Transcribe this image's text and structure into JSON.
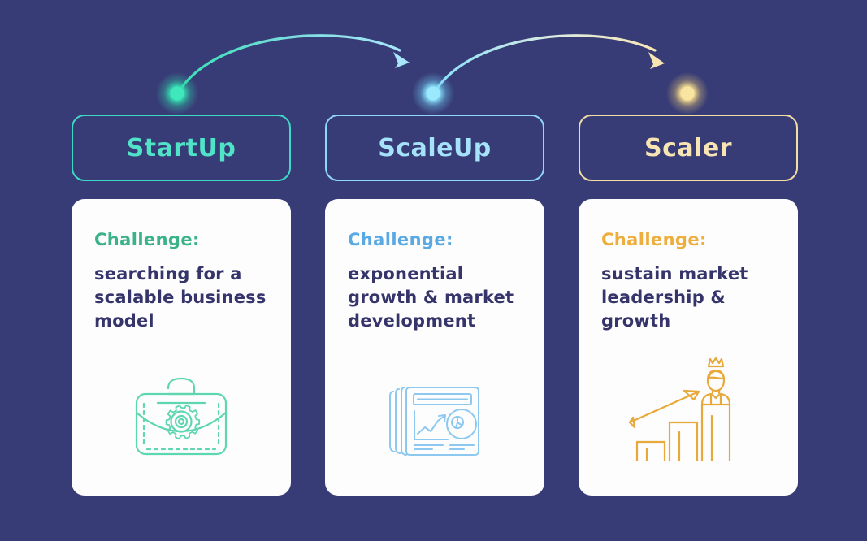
{
  "background_color": "#383C76",
  "stages": [
    {
      "id": "startup",
      "pill_label": "StartUp",
      "pill_border_color": "#3ED9C4",
      "pill_text_color": "#4FE3C8",
      "node_color": "#37E0B4",
      "challenge_label": "Challenge:",
      "challenge_label_color": "#3BB288",
      "challenge_text": "searching for a scalable business model",
      "icon_name": "briefcase-gear-icon",
      "icon_color": "#5ED6B0"
    },
    {
      "id": "scaleup",
      "pill_label": "ScaleUp",
      "pill_border_color": "#8FD7F7",
      "pill_text_color": "#A4E3FA",
      "node_color": "#8BE2FB",
      "challenge_label": "Challenge:",
      "challenge_label_color": "#5BA9E3",
      "challenge_text": "exponential growth & market development",
      "icon_name": "report-charts-icon",
      "icon_color": "#8CC8F0"
    },
    {
      "id": "scaler",
      "pill_label": "Scaler",
      "pill_border_color": "#F3DFA4",
      "pill_text_color": "#F7E6B4",
      "node_color": "#F7DE92",
      "challenge_label": "Challenge:",
      "challenge_label_color": "#EDAE3E",
      "challenge_text": "sustain market leadership & growth",
      "icon_name": "king-on-growth-bars-icon",
      "icon_color": "#E8A93B"
    }
  ],
  "connectors": [
    {
      "id": "startup-to-scaleup",
      "name": "curved-arrow-startup-to-scaleup",
      "from_color": "#37E0B4",
      "to_color": "#A8E6FB"
    },
    {
      "id": "scaleup-to-scaler",
      "name": "curved-arrow-scaleup-to-scaler",
      "from_color": "#8BE2FB",
      "to_color": "#F7E6B4"
    }
  ]
}
